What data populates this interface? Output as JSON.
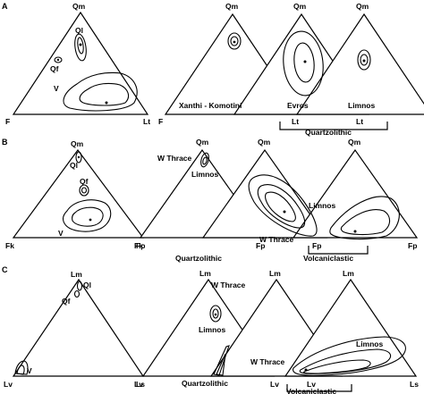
{
  "panels": {
    "a": {
      "letter": "A",
      "left": {
        "top": "Qm",
        "bl": "F",
        "br": "Lt",
        "fields": [
          "Ql",
          "Qf",
          "V"
        ]
      },
      "right": {
        "tops": [
          "Qm",
          "Qm",
          "Qm"
        ],
        "bl": "F",
        "bottoms": [
          "Lt",
          "Lt"
        ],
        "names": [
          "Xanthi - Komotini",
          "Evros",
          "Limnos"
        ],
        "bracket": "Quartzolithic"
      }
    },
    "b": {
      "letter": "B",
      "left": {
        "top": "Qm",
        "bl": "Fk",
        "br": "Fp",
        "fields": [
          "Ql",
          "Qf",
          "V"
        ]
      },
      "right": {
        "tops": [
          "Qm",
          "Qm",
          "Qm"
        ],
        "bl": "Fk",
        "bottoms": [
          "Fp",
          "Fp",
          "Fp"
        ],
        "names": [
          "W Thrace",
          "Limnos",
          "W Thrace",
          "Limnos"
        ],
        "bracket_left": "Quartzolithic",
        "bracket": "Volcaniclastic"
      }
    },
    "c": {
      "letter": "C",
      "left": {
        "top": "Lm",
        "bl": "Lv",
        "br": "Ls",
        "fields": [
          "Ql",
          "Qf",
          "V"
        ]
      },
      "right": {
        "tops": [
          "Lm",
          "Lm",
          "Lm"
        ],
        "bl": "Lv",
        "bottoms": [
          "Lv",
          "Lv",
          "Ls"
        ],
        "names": [
          "W Thrace",
          "Limnos",
          "W Thrace",
          "Limnos"
        ],
        "bracket_left": "Quartzolithic",
        "bracket": "Volcaniclastic"
      }
    }
  }
}
